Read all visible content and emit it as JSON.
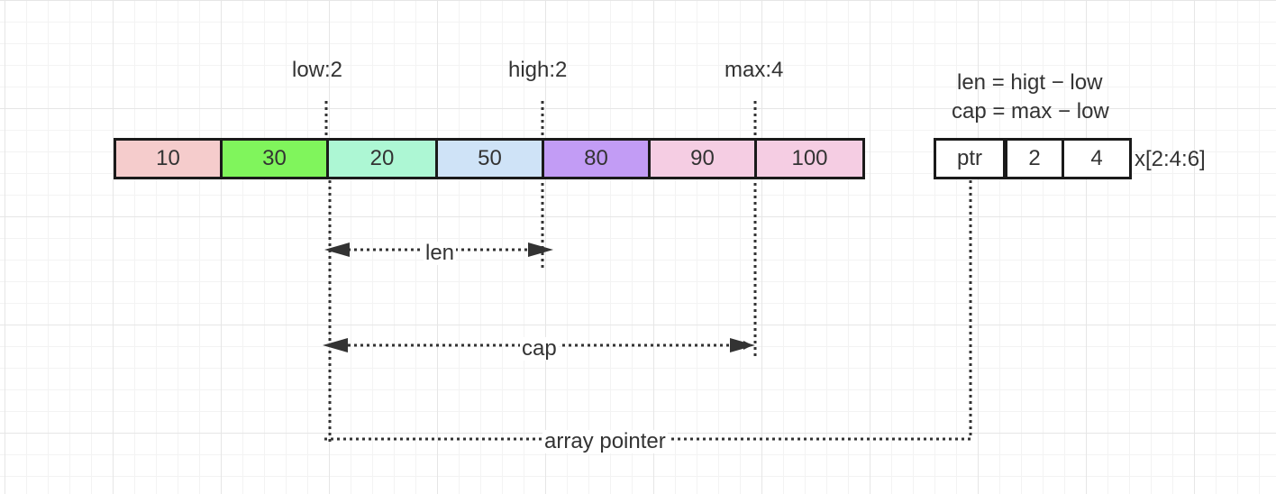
{
  "markers": {
    "low": "low:2",
    "high": "high:2",
    "max": "max:4"
  },
  "formulas": {
    "len": "len = higt − low",
    "cap": "cap = max − low"
  },
  "array": [
    {
      "value": "10",
      "color": "#f5cccc"
    },
    {
      "value": "30",
      "color": "#80f55c"
    },
    {
      "value": "20",
      "color": "#adf7d4"
    },
    {
      "value": "50",
      "color": "#cfe3f7"
    },
    {
      "value": "80",
      "color": "#c29cf5"
    },
    {
      "value": "90",
      "color": "#f5cde3"
    },
    {
      "value": "100",
      "color": "#f5cde3"
    }
  ],
  "slice_header": {
    "ptr": "ptr",
    "len": "2",
    "cap": "4",
    "expr": "x[2:4:6]"
  },
  "arrows": {
    "len": "len",
    "cap": "cap",
    "pointer": "array pointer"
  },
  "colors": {
    "border": "#1a1a1a",
    "dashed": "#333333",
    "text": "#333333"
  }
}
